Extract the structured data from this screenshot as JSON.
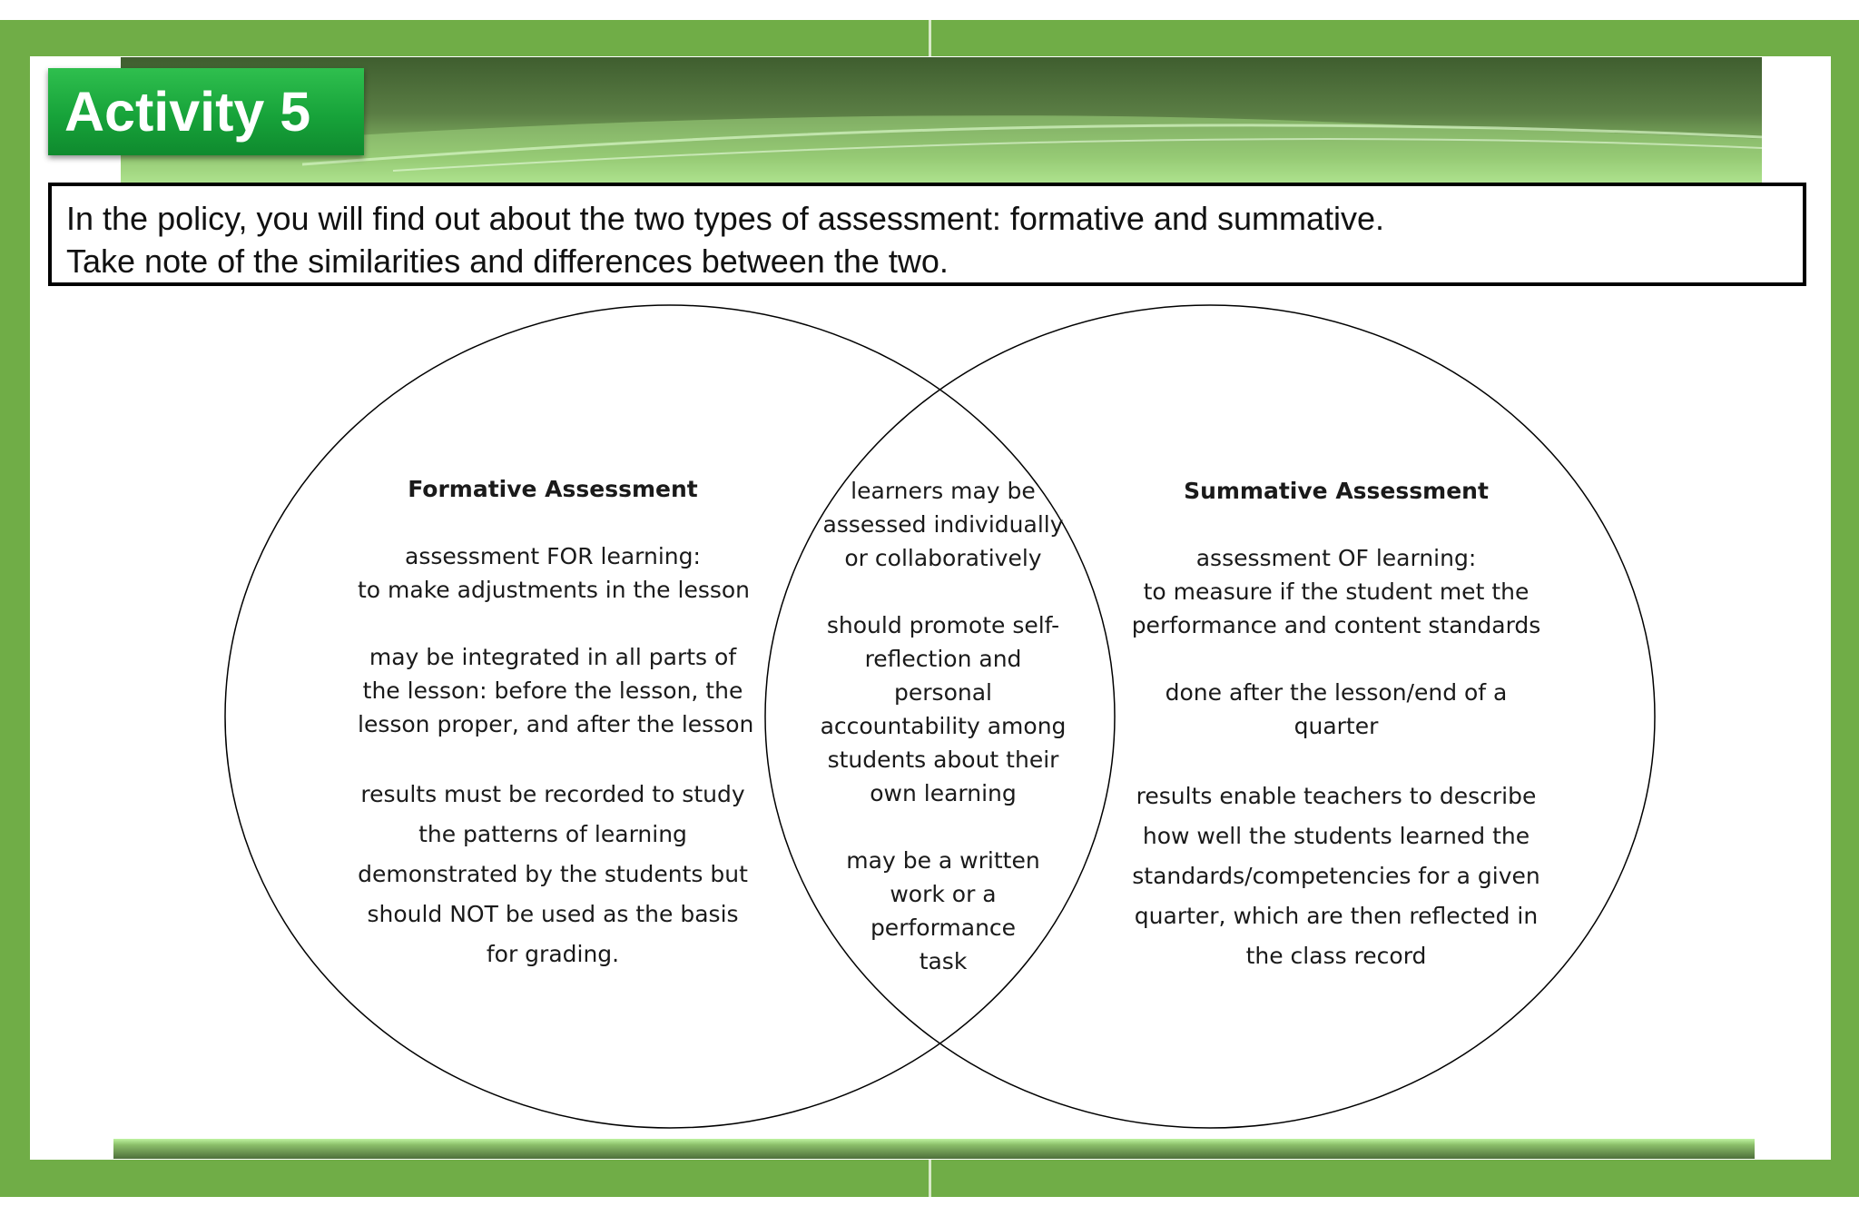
{
  "title": "Activity 5",
  "instructions": [
    "In the policy, you will find out about the two types of assessment: formative and summative.",
    "Take note of the similarities and differences between the two."
  ],
  "venn": {
    "left": {
      "heading": "Formative Assessment",
      "lines": [
        "assessment FOR learning:",
        "to make adjustments in the lesson",
        "may be integrated in all parts of",
        "the lesson: before the lesson, the",
        "lesson proper, and after the lesson",
        "results must be recorded to study",
        "the patterns of learning",
        "demonstrated by the students but",
        "should NOT be used as the basis",
        "for grading."
      ]
    },
    "center": {
      "lines": [
        "learners may be",
        "assessed individually",
        "or collaboratively",
        "should promote self-",
        "reflection and",
        "personal",
        "accountability among",
        "students about their",
        "own learning",
        "may be a written",
        "work or a",
        "performance",
        "task"
      ]
    },
    "right": {
      "heading": "Summative Assessment",
      "lines": [
        "assessment OF learning:",
        "to measure if the student met the",
        "performance and content standards",
        "done after the lesson/end of a",
        "quarter",
        "results enable teachers to describe",
        "how well the students learned the",
        "standards/competencies for a given",
        "quarter, which are then reflected in",
        "the class record"
      ]
    }
  },
  "colors": {
    "frame": "#70ad47",
    "title_box": "#17a33a",
    "banner_dark": "#3f5e2f",
    "banner_light": "#bff3a0"
  }
}
